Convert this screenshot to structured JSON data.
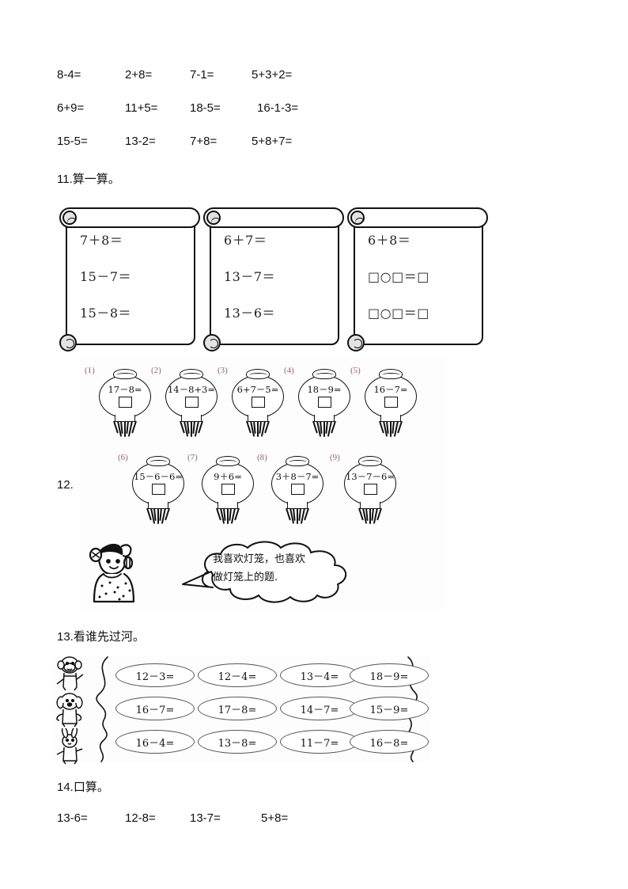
{
  "top_exercises": {
    "rows": [
      [
        "8-4=",
        "2+8=",
        "7-1=",
        "5+3+2="
      ],
      [
        "6+9=",
        "11+5=",
        "18-5=",
        "16-1-3="
      ],
      [
        "15-5=",
        "13-2=",
        "7+8=",
        "5+8+7="
      ]
    ]
  },
  "section11": {
    "heading": "11.算一算。",
    "scrolls": [
      {
        "lines": [
          "7＋8＝",
          "15－7＝",
          "15－8＝"
        ]
      },
      {
        "lines": [
          "6＋7＝",
          "13－7＝",
          "13－6＝"
        ]
      },
      {
        "lines": [
          "6＋8＝",
          "□○□＝□",
          "□○□＝□"
        ]
      }
    ]
  },
  "section12": {
    "heading": "12.",
    "index_color": "#9d5f79",
    "lanterns": [
      {
        "index": "(1)",
        "equation": "17－8="
      },
      {
        "index": "(2)",
        "equation": "14－8+3="
      },
      {
        "index": "(3)",
        "equation": "6+7－5="
      },
      {
        "index": "(4)",
        "equation": "18－9="
      },
      {
        "index": "(5)",
        "equation": "16－7="
      },
      {
        "index": "(6)",
        "equation": "15－6－6="
      },
      {
        "index": "(7)",
        "equation": "9＋6="
      },
      {
        "index": "(8)",
        "equation": "3＋8－7="
      },
      {
        "index": "(9)",
        "equation": "13－7－6="
      }
    ],
    "speech": {
      "line1": "我喜欢灯笼，也喜欢",
      "line2": "做灯笼上的题."
    }
  },
  "section13": {
    "heading": "13.看谁先过河。",
    "rows": [
      [
        "12－3=",
        "12－4=",
        "13－4=",
        "18－9="
      ],
      [
        "16－7=",
        "17－8=",
        "14－7=",
        "15－9="
      ],
      [
        "16－4=",
        "13－8=",
        "11－7=",
        "16－8="
      ]
    ]
  },
  "section14": {
    "heading": "14.口算。",
    "row": [
      "13-6=",
      "12-8=",
      "13-7=",
      "5+8="
    ]
  }
}
